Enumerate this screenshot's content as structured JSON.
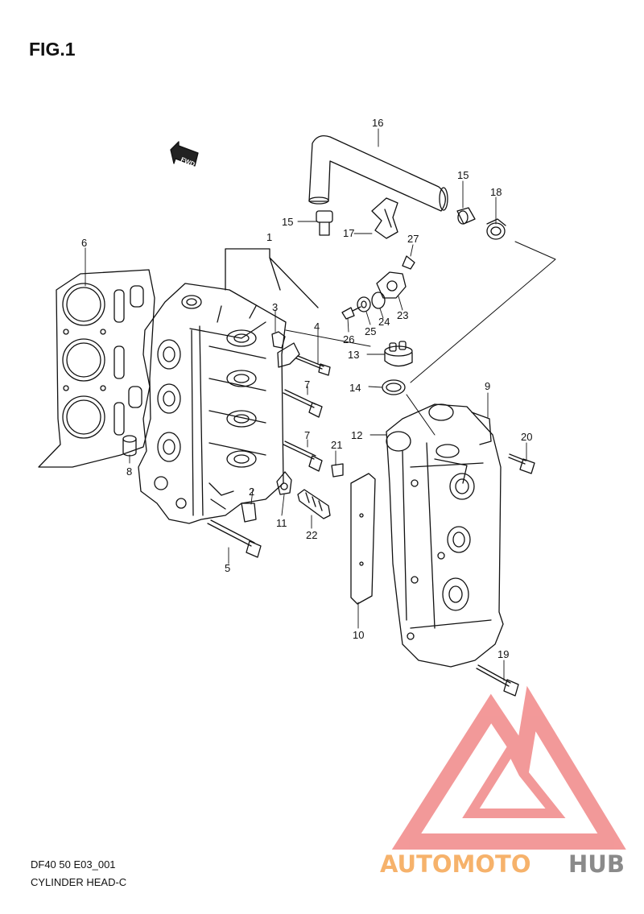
{
  "figure": {
    "title": "FIG.1",
    "fwd_label": "FWD",
    "code": "DF40 50 E03_001",
    "name": "CYLINDER HEAD-C"
  },
  "callouts": [
    "1",
    "2",
    "3",
    "4",
    "5",
    "6",
    "7",
    "7",
    "8",
    "10",
    "11",
    "12",
    "13",
    "14",
    "15",
    "15",
    "16",
    "17",
    "18",
    "19",
    "20",
    "21",
    "22",
    "23",
    "24",
    "25",
    "26",
    "27",
    "9"
  ],
  "watermark": {
    "text_a": "AUTOMOTO",
    "text_b": "HUB",
    "color_a": "#f6b26b",
    "color_b": "#8a8a8a",
    "logo_color": "#f08080"
  }
}
